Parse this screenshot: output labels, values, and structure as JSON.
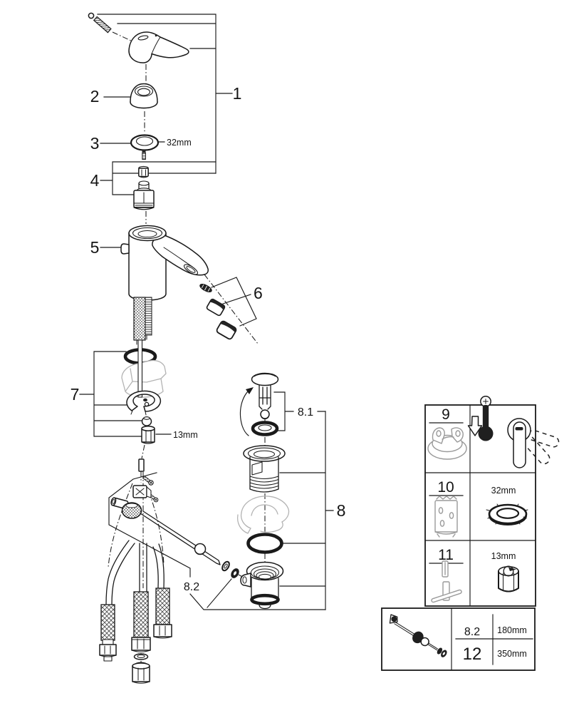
{
  "diagram": {
    "callouts": {
      "part1": "1",
      "part2": "2",
      "part3": "3",
      "part4": "4",
      "part5": "5",
      "part6": "6",
      "part7": "7",
      "part8": "8",
      "part8sub1": "8.1",
      "part8sub2": "8.2",
      "cap_ring_dim": "32mm",
      "mount_nut_dim": "13mm"
    },
    "icons": [
      "handle-set-screw",
      "lever-handle",
      "handle-dome-cap",
      "cartridge-ring-32mm",
      "cartridge-screw",
      "cartridge-nut",
      "ceramic-cartridge",
      "faucet-body",
      "aerator-parts",
      "mounting-o-ring",
      "mounting-clamp-ghost",
      "horseshoe-washer",
      "mounting-nut-13mm",
      "pop-up-rod-linkage",
      "drain-stopper",
      "drain-seal",
      "drain-upper-sleeve",
      "sink-cross-section-ghost",
      "drain-o-ring",
      "drain-lower-body",
      "flex-hoses"
    ]
  },
  "parts_table": {
    "rows": [
      {
        "number": "9",
        "left_icon": "temperature-limiter-ring",
        "right_icon": "thermometer-arrow-lever"
      },
      {
        "number": "10",
        "left_icon": "cartridge-extraction-tool",
        "dimension": "32mm",
        "right_icon": "ring-nut"
      },
      {
        "number": "11",
        "left_icon": "socket-wrench-tool",
        "dimension": "13mm",
        "right_icon": "hex-nut"
      }
    ]
  },
  "rod_table": {
    "left_icon": "pop-up-rod-assembly",
    "rod_number": "8.2",
    "rod_length": "180mm",
    "alt_number": "12",
    "alt_length": "350mm"
  },
  "colors": {
    "ink": "#1a1a1a",
    "ghost": "#b3b3b3",
    "paper": "#ffffff"
  }
}
